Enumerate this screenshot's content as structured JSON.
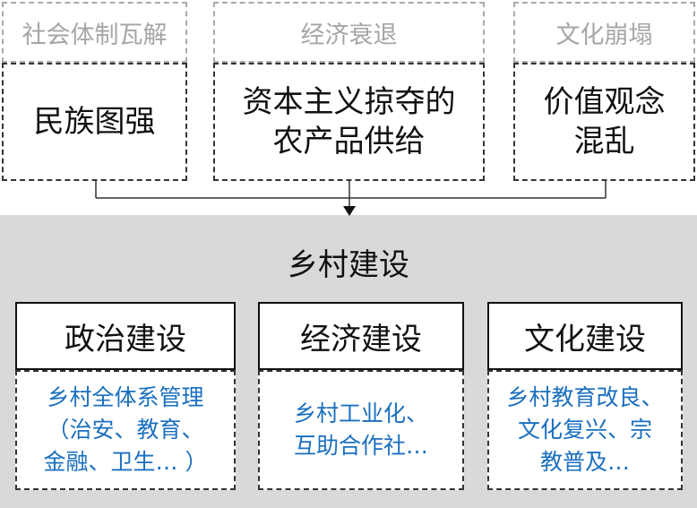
{
  "crises": [
    {
      "title": "社会体制瓦解",
      "body": "民族图强"
    },
    {
      "title": "经济衰退",
      "body_line1": "资本主义掠夺的",
      "body_line2": "农产品供给"
    },
    {
      "title": "文化崩塌",
      "body_line1": "价值观念",
      "body_line2": "混乱"
    }
  ],
  "main": {
    "title": "乡村建设"
  },
  "columns": [
    {
      "title": "政治建设",
      "lines": [
        "乡村全体系管理",
        "（治安、教育、",
        "金融、卫生… ）"
      ]
    },
    {
      "title": "经济建设",
      "lines": [
        "乡村工业化、",
        "互助合作社…"
      ]
    },
    {
      "title": "文化建设",
      "lines": [
        "乡村教育改良、",
        "文化复兴、宗",
        "教普及…"
      ]
    }
  ],
  "colors": {
    "panel": "#d9d9d9",
    "blue_text": "#1a6fbf",
    "grey_text": "#a6a6a6"
  }
}
